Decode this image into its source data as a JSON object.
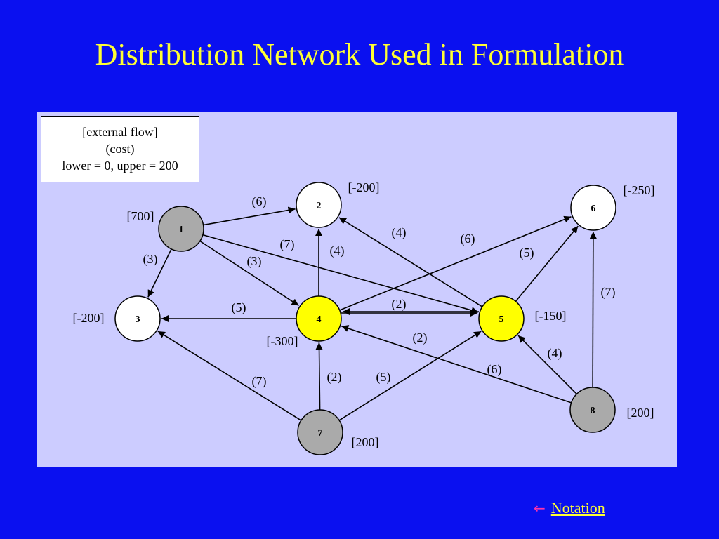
{
  "title": "Distribution Network Used in Formulation",
  "legend": {
    "line1": "[external flow]",
    "line2": "(cost)",
    "line3": "lower = 0, upper = 200"
  },
  "colors": {
    "background": "#0a10f0",
    "panel": "#ccccff",
    "title": "#ffff33",
    "supply_node": "#aaaaaa",
    "transship_node": "#ffff00",
    "demand_node": "#ffffff"
  },
  "nodes": [
    {
      "id": "1",
      "label": "1",
      "flow": "[700]",
      "kind": "supply"
    },
    {
      "id": "2",
      "label": "2",
      "flow": "[-200]",
      "kind": "demand"
    },
    {
      "id": "3",
      "label": "3",
      "flow": "[-200]",
      "kind": "demand"
    },
    {
      "id": "4",
      "label": "4",
      "flow": "[-300]",
      "kind": "transship"
    },
    {
      "id": "5",
      "label": "5",
      "flow": "[-150]",
      "kind": "transship"
    },
    {
      "id": "6",
      "label": "6",
      "flow": "[-250]",
      "kind": "demand"
    },
    {
      "id": "7",
      "label": "7",
      "flow": "[200]",
      "kind": "supply"
    },
    {
      "id": "8",
      "label": "8",
      "flow": "[200]",
      "kind": "supply"
    }
  ],
  "arcs": [
    {
      "from": "1",
      "to": "2",
      "cost": "(6)"
    },
    {
      "from": "1",
      "to": "3",
      "cost": "(3)"
    },
    {
      "from": "1",
      "to": "4",
      "cost": "(3)"
    },
    {
      "from": "1",
      "to": "5",
      "cost": "(7)"
    },
    {
      "from": "4",
      "to": "2",
      "cost": "(4)"
    },
    {
      "from": "5",
      "to": "2",
      "cost": "(4)"
    },
    {
      "from": "4",
      "to": "6",
      "cost": "(6)"
    },
    {
      "from": "5",
      "to": "6",
      "cost": "(5)"
    },
    {
      "from": "8",
      "to": "6",
      "cost": "(7)"
    },
    {
      "from": "4",
      "to": "3",
      "cost": "(5)"
    },
    {
      "from": "4",
      "to": "5",
      "cost": "(2)"
    },
    {
      "from": "5",
      "to": "4",
      "cost": "(2)"
    },
    {
      "from": "8",
      "to": "5",
      "cost": "(4)"
    },
    {
      "from": "8",
      "to": "4",
      "cost": "(6)"
    },
    {
      "from": "7",
      "to": "3",
      "cost": "(7)"
    },
    {
      "from": "7",
      "to": "4",
      "cost": "(2)"
    },
    {
      "from": "7",
      "to": "5",
      "cost": "(5)"
    }
  ],
  "nav": {
    "arrow_icon": "left-arrow-icon",
    "link_label": "Notation"
  }
}
